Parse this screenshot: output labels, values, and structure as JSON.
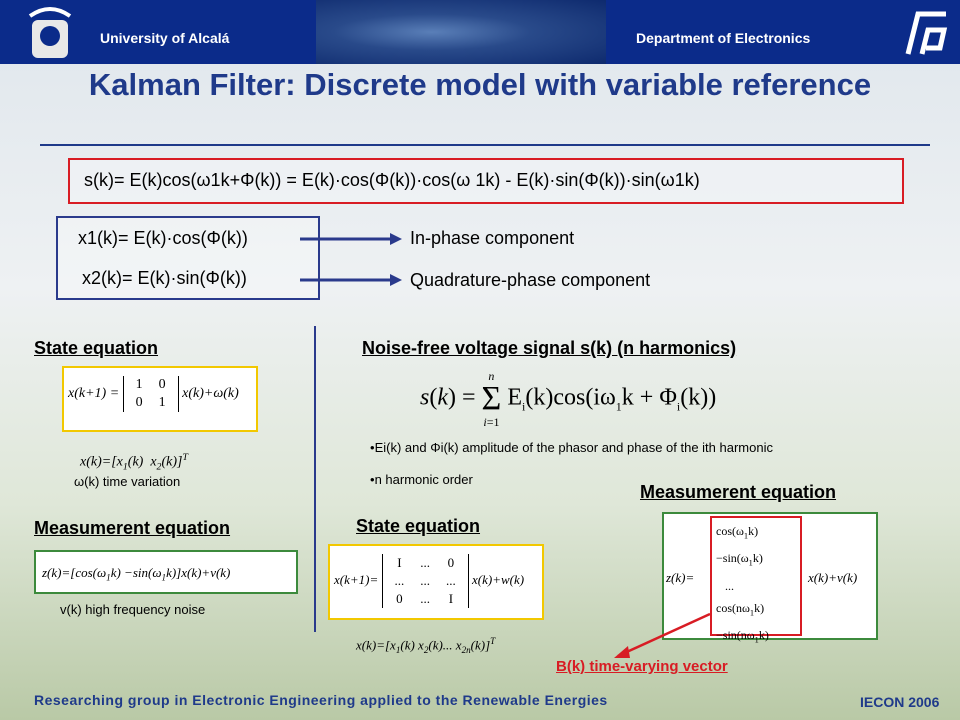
{
  "header": {
    "university": "University of Alcalá",
    "department": "Department of Electronics"
  },
  "title": "Kalman Filter: Discrete model with variable reference",
  "signal_eq": "s(k)= E(k)cos(ω1k+Φ(k)) = E(k)·cos(Φ(k))·cos(ω 1k) - E(k)·sin(Φ(k))·sin(ω1k)",
  "components": {
    "x1": "x1(k)= E(k)·cos(Φ(k))",
    "x1_label": "In-phase component",
    "x2": "x2(k)= E(k)·sin(Φ(k))",
    "x2_label": "Quadrature-phase component"
  },
  "left": {
    "state_heading": "State equation",
    "omega_note": "ω(k) time variation",
    "meas_heading": "Measumerent equation",
    "v_note": "v(k) high frequency noise"
  },
  "right": {
    "noise_heading": "Noise-free voltage signal s(k)  (n harmonics)",
    "bullet1": "Ei(k) and Φi(k) amplitude of the phasor and phase of the ith harmonic",
    "bullet2": "n harmonic order",
    "meas_heading": "Measumerent equation",
    "state_heading": "State equation",
    "b_label": "B(k) time-varying vector"
  },
  "footer": {
    "group": "Researching group in Electronic Engineering applied to the Renewable Energies",
    "conf": "IECON 2006"
  }
}
